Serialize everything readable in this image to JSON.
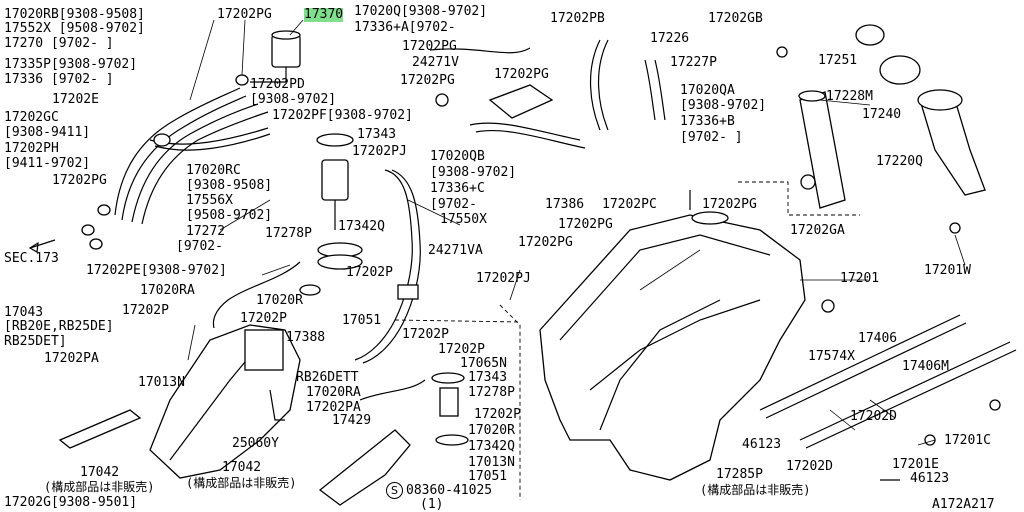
{
  "diagram_id": "A172A217",
  "labels": {
    "l1": "17020RB[9308-9508]",
    "l2": "17552X [9508-9702]",
    "l3": "17270  [9702-    ]",
    "l4": "17335P[9308-9702]",
    "l5": "17336 [9702-    ]",
    "l6": "17202E",
    "l7": "17202GC",
    "l8": "[9308-9411]",
    "l9": "17202PH",
    "l10": "[9411-9702]",
    "l11": "17202PG",
    "l12": "SEC.173",
    "l13": "17202PE[9308-9702]",
    "l14": "17020RA",
    "l15": "17043",
    "l16": "[RB20E,RB25DE]",
    "l17": "RB25DET]",
    "l18": "17202P",
    "l19": "17202PA",
    "l20": "17013N",
    "l21": "17042",
    "l22": "(構成部品は非販売)",
    "l23": "17202G[9308-9501]",
    "l24": "17202PG",
    "l25": "17370",
    "l26": "17202PD",
    "l27": "[9308-9702]",
    "l28": "17202PF[9308-9702]",
    "l29": "17343",
    "l30": "17020RC",
    "l31": "[9308-9508]",
    "l32": "17556X",
    "l33": "[9508-9702]",
    "l34": "17272",
    "l35": "[9702-",
    "l36": "17278P",
    "l37": "17342Q",
    "l38": "17202P",
    "l39": "17020R",
    "l40": "17202P",
    "l41": "17051",
    "l42": "17388",
    "l43": "25060Y",
    "l44": "17042",
    "l45": "(構成部品は非販売)",
    "l46": "RB26DETT",
    "l47": "17020RA",
    "l48": "17202PA",
    "l49": "17429",
    "l50": "17020Q[9308-9702]",
    "l51": "17336+A[9702-",
    "l52": "17202PG",
    "l53": "24271V",
    "l54": "17202PG",
    "l55": "17202PG",
    "l56": "17202PJ",
    "l57": "17020QB",
    "l58": "[9308-9702]",
    "l59": "17336+C",
    "l60": "[9702-",
    "l61": "17550X",
    "l62": "24271VA",
    "l63": "17202PJ",
    "l64": "17202P",
    "l65": "17202P",
    "l66": "17065N",
    "l67": "17343",
    "l68": "17278P",
    "l69": "17202P",
    "l70": "17020R",
    "l71": "17342Q",
    "l72": "17013N",
    "l73": "17051",
    "l74": "08360-41025",
    "l75": "(1)",
    "l76": "17202PB",
    "l77": "17226",
    "l78": "17227P",
    "l79": "17020QA",
    "l80": "[9308-9702]",
    "l81": "17336+B",
    "l82": "[9702-    ]",
    "l83": "17386",
    "l84": "17202PC",
    "l85": "17202PG",
    "l86": "17202PG",
    "l87": "17202PG",
    "l88": "17202GB",
    "l89": "17251",
    "l90": "17228M",
    "l91": "17240",
    "l92": "17220Q",
    "l93": "17202GA",
    "l94": "17201W",
    "l95": "17201",
    "l96": "17574X",
    "l97": "17406",
    "l98": "17406M",
    "l99": "17202D",
    "l100": "17201C",
    "l101": "46123",
    "l102": "17202D",
    "l103": "17201E",
    "l104": "46123",
    "l105": "17285P",
    "l106": "(構成部品は非販売)",
    "l107": "A172A217"
  }
}
